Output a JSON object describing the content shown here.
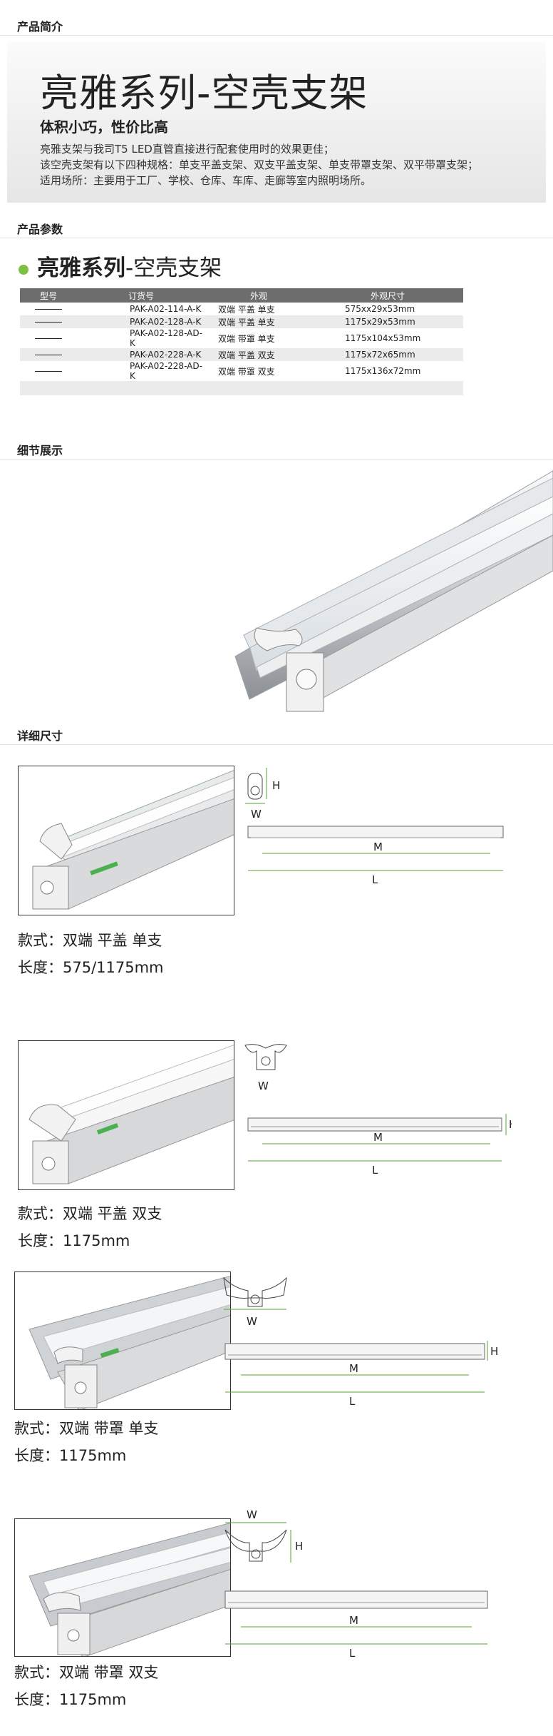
{
  "sections": {
    "intro": "产品简介",
    "params": "产品参数",
    "detail": "细节展示",
    "size": "详细尺寸"
  },
  "hero": {
    "title": "亮雅系列-空壳支架",
    "subtitle": "体积小巧，性价比高",
    "lines": [
      "亮雅支架与我司T5 LED直管直接进行配套使用时的效果更佳；",
      "该空壳支架有以下四种规格：单支平盖支架、双支平盖支架、单支带罩支架、双平带罩支架；",
      "适用场所：主要用于工厂、学校、仓库、车库、走廊等室内照明场所。"
    ]
  },
  "product": {
    "title_bold": "亮雅系列",
    "title_rest": "-空壳支架",
    "accent": "#7cc142",
    "columns": [
      "型号",
      "订货号",
      "外观",
      "外观尺寸"
    ],
    "rows": [
      {
        "order": "PAK-A02-114-A-K",
        "look": "双端 平盖 单支",
        "size": "575xx29x53mm"
      },
      {
        "order": "PAK-A02-128-A-K",
        "look": "双端 平盖 单支",
        "size": "1175x29x53mm"
      },
      {
        "order": "PAK-A02-128-AD-K",
        "look": "双端 带罩 单支",
        "size": "1175x104x53mm"
      },
      {
        "order": "PAK-A02-228-A-K",
        "look": "双端 平盖 双支",
        "size": "1175x72x65mm"
      },
      {
        "order": "PAK-A02-228-AD-K",
        "look": "双端 带罩 双支",
        "size": "1175x136x72mm"
      }
    ]
  },
  "dim_labels": {
    "h": "H",
    "w": "W",
    "m": "M",
    "l": "L"
  },
  "variants": [
    {
      "style": "款式：双端 平盖 单支",
      "length": "长度：575/1175mm"
    },
    {
      "style": "款式：双端 平盖 双支",
      "length": "长度：1175mm"
    },
    {
      "style": "款式：双端 带罩 单支",
      "length": "长度：1175mm"
    },
    {
      "style": "款式：双端 带罩 双支",
      "length": "长度：1175mm"
    }
  ]
}
